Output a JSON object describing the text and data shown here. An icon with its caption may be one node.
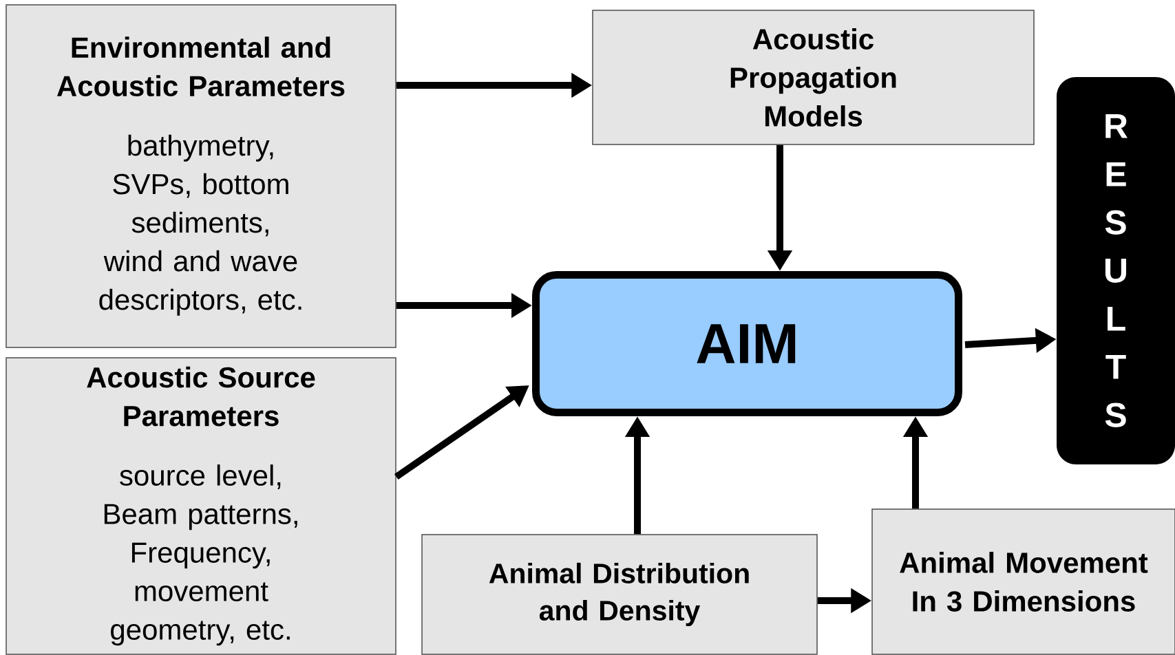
{
  "diagram": {
    "nodes": [
      {
        "text": [
          "Environmental and Acoustic Parameters",
          "bathymetry, SVPs, bottom sediments, wind and wave descriptors, etc."
        ]
      },
      {
        "text": [
          "Acoustic Source Parameters",
          "source level, Beam patterns, Frequency, movement geometry, etc."
        ]
      },
      {
        "text": [
          "Acoustic Propagation Models"
        ]
      },
      {
        "text": [
          "AIM"
        ]
      },
      {
        "text": [
          "RESULTS"
        ]
      },
      {
        "text": [
          "Animal Distribution and Density"
        ]
      },
      {
        "text": [
          "Animal Movement In 3 Dimensions"
        ]
      }
    ],
    "edges": [
      {
        "from": 0,
        "to": 2,
        "arrow": "to"
      },
      {
        "from": 0,
        "to": 3,
        "arrow": "to"
      },
      {
        "from": 1,
        "to": 3,
        "arrow": "to"
      },
      {
        "from": 2,
        "to": 3,
        "arrow": "to"
      },
      {
        "from": 3,
        "to": 4,
        "arrow": "to"
      },
      {
        "from": 5,
        "to": 3,
        "arrow": "to"
      },
      {
        "from": 6,
        "to": 3,
        "arrow": "to"
      },
      {
        "from": 5,
        "to": 6,
        "arrow": "to"
      }
    ]
  }
}
